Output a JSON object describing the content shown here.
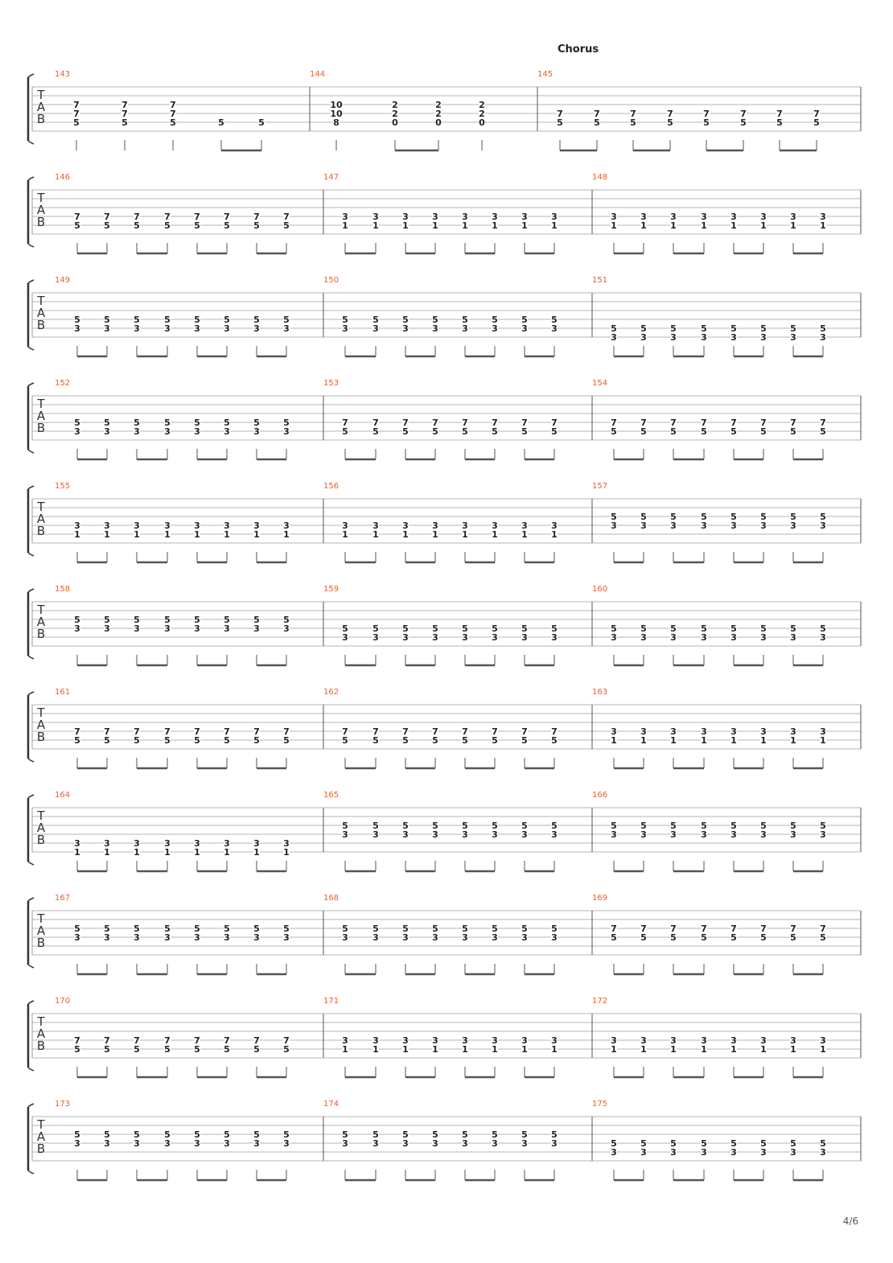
{
  "section_label": "Chorus",
  "tab_clef": [
    "T",
    "A",
    "B"
  ],
  "page_number": "4/6",
  "rows": [
    {
      "measures": [
        {
          "number": "143",
          "notes": [
            {
              "f": [
                [
                  2,
                  "7"
                ],
                [
                  3,
                  "7"
                ],
                [
                  4,
                  "5"
                ]
              ]
            },
            {
              "f": [
                [
                  2,
                  "7"
                ],
                [
                  3,
                  "7"
                ],
                [
                  4,
                  "5"
                ]
              ]
            },
            {
              "f": [
                [
                  2,
                  "7"
                ],
                [
                  3,
                  "7"
                ],
                [
                  4,
                  "5"
                ]
              ]
            },
            {
              "f": [
                [
                  4,
                  "5"
                ]
              ],
              "beam": "start"
            },
            {
              "f": [
                [
                  4,
                  "5"
                ]
              ],
              "beam": "end"
            }
          ]
        },
        {
          "number": "144",
          "notes": [
            {
              "f": [
                [
                  2,
                  "10"
                ],
                [
                  3,
                  "10"
                ],
                [
                  4,
                  "8"
                ]
              ]
            },
            {
              "f": [
                [
                  2,
                  "2"
                ],
                [
                  3,
                  "2"
                ],
                [
                  4,
                  "0"
                ]
              ],
              "beam": "start"
            },
            {
              "f": [
                [
                  2,
                  "2"
                ],
                [
                  3,
                  "2"
                ],
                [
                  4,
                  "0"
                ]
              ],
              "beam": "end"
            },
            {
              "f": [
                [
                  2,
                  "2"
                ],
                [
                  3,
                  "2"
                ],
                [
                  4,
                  "0"
                ]
              ]
            }
          ]
        },
        {
          "number": "145",
          "label": "Chorus",
          "pattern": [
            "3",
            "7",
            "5"
          ]
        }
      ]
    },
    {
      "measures": [
        {
          "number": "146",
          "pattern": [
            "3",
            "7",
            "5"
          ]
        },
        {
          "number": "147",
          "pattern": [
            "3",
            "3",
            "1"
          ]
        },
        {
          "number": "148",
          "pattern": [
            "3",
            "3",
            "1"
          ]
        }
      ]
    },
    {
      "measures": [
        {
          "number": "149",
          "pattern": [
            "3",
            "5",
            "3"
          ]
        },
        {
          "number": "150",
          "pattern": [
            "3",
            "5",
            "3"
          ]
        },
        {
          "number": "151",
          "pattern": [
            "4",
            "5",
            "3"
          ]
        }
      ]
    },
    {
      "measures": [
        {
          "number": "152",
          "pattern": [
            "3",
            "5",
            "3"
          ]
        },
        {
          "number": "153",
          "pattern": [
            "3",
            "7",
            "5"
          ]
        },
        {
          "number": "154",
          "pattern": [
            "3",
            "7",
            "5"
          ]
        }
      ]
    },
    {
      "measures": [
        {
          "number": "155",
          "pattern": [
            "3",
            "3",
            "1"
          ]
        },
        {
          "number": "156",
          "pattern": [
            "3",
            "3",
            "1"
          ]
        },
        {
          "number": "157",
          "pattern": [
            "2",
            "5",
            "3"
          ]
        }
      ]
    },
    {
      "measures": [
        {
          "number": "158",
          "pattern": [
            "2",
            "5",
            "3"
          ]
        },
        {
          "number": "159",
          "pattern": [
            "3",
            "5",
            "3"
          ]
        },
        {
          "number": "160",
          "pattern": [
            "3",
            "5",
            "3"
          ]
        }
      ]
    },
    {
      "measures": [
        {
          "number": "161",
          "pattern": [
            "3",
            "7",
            "5"
          ]
        },
        {
          "number": "162",
          "pattern": [
            "3",
            "7",
            "5"
          ]
        },
        {
          "number": "163",
          "pattern": [
            "3",
            "3",
            "1"
          ]
        }
      ]
    },
    {
      "measures": [
        {
          "number": "164",
          "pattern": [
            "4",
            "3",
            "1"
          ]
        },
        {
          "number": "165",
          "pattern": [
            "2",
            "5",
            "3"
          ]
        },
        {
          "number": "166",
          "pattern": [
            "2",
            "5",
            "3"
          ]
        }
      ]
    },
    {
      "measures": [
        {
          "number": "167",
          "pattern": [
            "2",
            "5",
            "3"
          ]
        },
        {
          "number": "168",
          "pattern": [
            "2",
            "5",
            "3"
          ]
        },
        {
          "number": "169",
          "pattern": [
            "2",
            "7",
            "5"
          ]
        }
      ]
    },
    {
      "measures": [
        {
          "number": "170",
          "pattern": [
            "3",
            "7",
            "5"
          ]
        },
        {
          "number": "171",
          "pattern": [
            "3",
            "3",
            "1"
          ]
        },
        {
          "number": "172",
          "pattern": [
            "3",
            "3",
            "1"
          ]
        }
      ]
    },
    {
      "measures": [
        {
          "number": "173",
          "pattern": [
            "2",
            "5",
            "3"
          ]
        },
        {
          "number": "174",
          "pattern": [
            "2",
            "5",
            "3"
          ]
        },
        {
          "number": "175",
          "pattern": [
            "3",
            "5",
            "3"
          ]
        }
      ]
    }
  ]
}
